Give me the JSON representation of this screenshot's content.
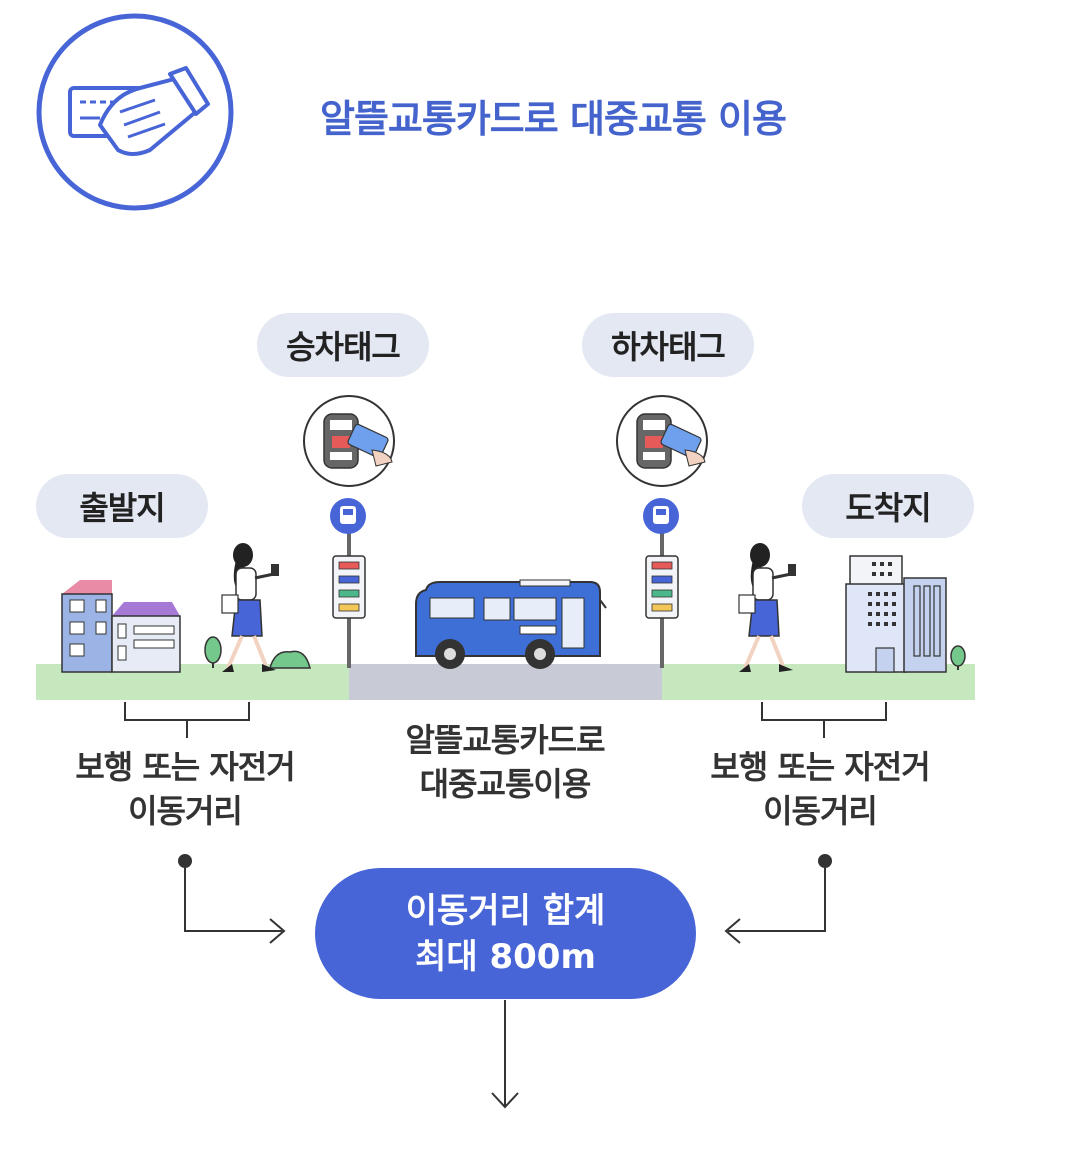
{
  "header": {
    "title": "알뜰교통카드로 대중교통 이용",
    "icon": "hand-card-icon"
  },
  "tags": {
    "board": "승차태그",
    "alight": "하차태그"
  },
  "places": {
    "origin": "출발지",
    "destination": "도착지"
  },
  "captions": {
    "walk_left_line1": "보행 또는 자전거",
    "walk_left_line2": "이동거리",
    "transit_line1": "알뜰교통카드로",
    "transit_line2": "대중교통이용",
    "walk_right_line1": "보행 또는 자전거",
    "walk_right_line2": "이동거리"
  },
  "total": {
    "line1": "이동거리 합계",
    "line2": "최대 800m"
  },
  "colors": {
    "accent": "#4765d6",
    "title": "#4463cc",
    "pill_bg": "#e3e8f3",
    "grass": "#c6e8be",
    "road": "#c8cbd6"
  }
}
